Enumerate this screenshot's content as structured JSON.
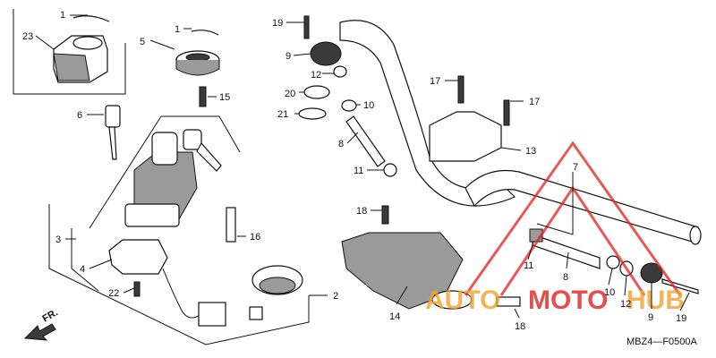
{
  "diagram": {
    "code": "MBZ4—F0500A",
    "front_marker": "FR.",
    "labels": [
      {
        "id": "1a",
        "text": "1"
      },
      {
        "id": "23",
        "text": "23"
      },
      {
        "id": "1b",
        "text": "1"
      },
      {
        "id": "5",
        "text": "5"
      },
      {
        "id": "15",
        "text": "15"
      },
      {
        "id": "6",
        "text": "6"
      },
      {
        "id": "3",
        "text": "3"
      },
      {
        "id": "4",
        "text": "4"
      },
      {
        "id": "22",
        "text": "22"
      },
      {
        "id": "16",
        "text": "16"
      },
      {
        "id": "2",
        "text": "2"
      },
      {
        "id": "19a",
        "text": "19"
      },
      {
        "id": "9a",
        "text": "9"
      },
      {
        "id": "12a",
        "text": "12"
      },
      {
        "id": "20",
        "text": "20"
      },
      {
        "id": "10a",
        "text": "10"
      },
      {
        "id": "21",
        "text": "21"
      },
      {
        "id": "8a",
        "text": "8"
      },
      {
        "id": "11a",
        "text": "11"
      },
      {
        "id": "17a",
        "text": "17"
      },
      {
        "id": "17b",
        "text": "17"
      },
      {
        "id": "13",
        "text": "13"
      },
      {
        "id": "7",
        "text": "7"
      },
      {
        "id": "18a",
        "text": "18"
      },
      {
        "id": "14",
        "text": "14"
      },
      {
        "id": "18b",
        "text": "18"
      },
      {
        "id": "11b",
        "text": "11"
      },
      {
        "id": "8b",
        "text": "8"
      },
      {
        "id": "10b",
        "text": "10"
      },
      {
        "id": "12b",
        "text": "12"
      },
      {
        "id": "9b",
        "text": "9"
      },
      {
        "id": "19b",
        "text": "19"
      }
    ]
  },
  "watermark": {
    "text_auto": "AUTO",
    "text_moto": "MOTO",
    "text_hub": "HUB",
    "color_red": "#e02020",
    "color_orange": "#f0a030"
  }
}
